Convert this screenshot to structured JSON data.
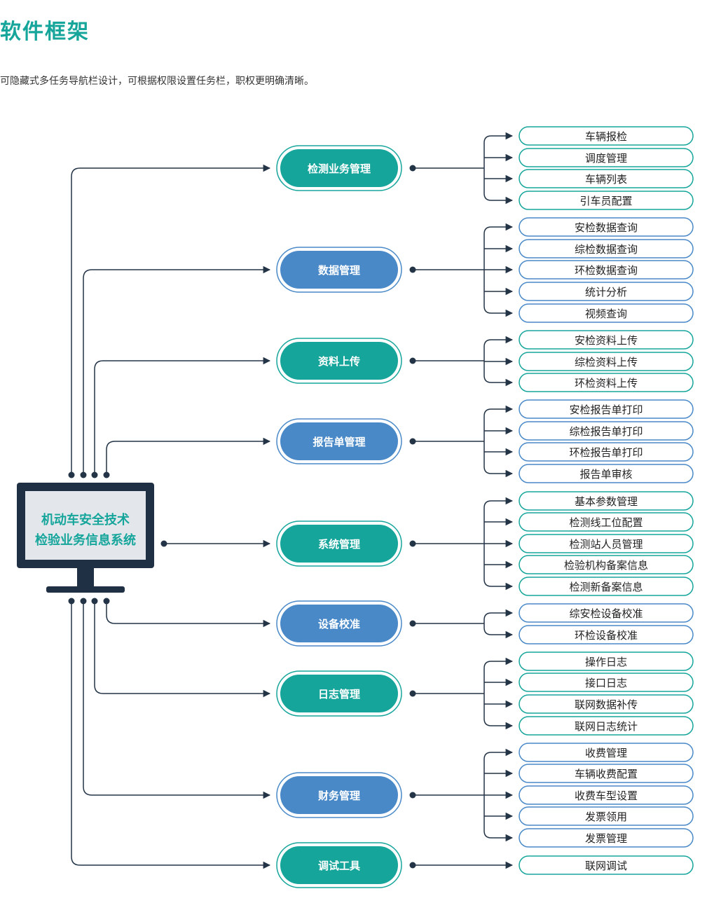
{
  "header": {
    "title": "软件框架",
    "description": "可隐藏式多任务导航栏设计，可根据权限设置任务栏，职权更明确清晰。"
  },
  "root": {
    "line1": "机动车安全技术",
    "line2": "检验业务信息系统"
  },
  "colors": {
    "teal": "#16a59b",
    "blue": "#4a89c8",
    "line": "#243447",
    "pill_border_teal": "#16a59b",
    "pill_border_blue": "#4a89c8",
    "monitor_frame": "#1f2f44",
    "monitor_screen": "#e3e7ec"
  },
  "categories": [
    {
      "label": "检测业务管理",
      "color": "teal",
      "items": [
        "车辆报检",
        "调度管理",
        "车辆列表",
        "引车员配置"
      ]
    },
    {
      "label": "数据管理",
      "color": "blue",
      "items": [
        "安检数据查询",
        "综检数据查询",
        "环检数据查询",
        "统计分析",
        "视频查询"
      ]
    },
    {
      "label": "资料上传",
      "color": "teal",
      "items": [
        "安检资料上传",
        "综检资料上传",
        "环检资料上传"
      ]
    },
    {
      "label": "报告单管理",
      "color": "blue",
      "items": [
        "安检报告单打印",
        "综检报告单打印",
        "环检报告单打印",
        "报告单审核"
      ]
    },
    {
      "label": "系统管理",
      "color": "teal",
      "items": [
        "基本参数管理",
        "检测线工位配置",
        "检测站人员管理",
        "检验机构备案信息",
        "检测新备案信息"
      ]
    },
    {
      "label": "设备校准",
      "color": "blue",
      "items": [
        "综安检设备校准",
        "环检设备校准"
      ]
    },
    {
      "label": "日志管理",
      "color": "teal",
      "items": [
        "操作日志",
        "接口日志",
        "联网数据补传",
        "联网日志统计"
      ]
    },
    {
      "label": "财务管理",
      "color": "blue",
      "items": [
        "收费管理",
        "车辆收费配置",
        "收费车型设置",
        "发票领用",
        "发票管理"
      ]
    },
    {
      "label": "调试工具",
      "color": "teal",
      "items": [
        "联网调试"
      ]
    }
  ]
}
